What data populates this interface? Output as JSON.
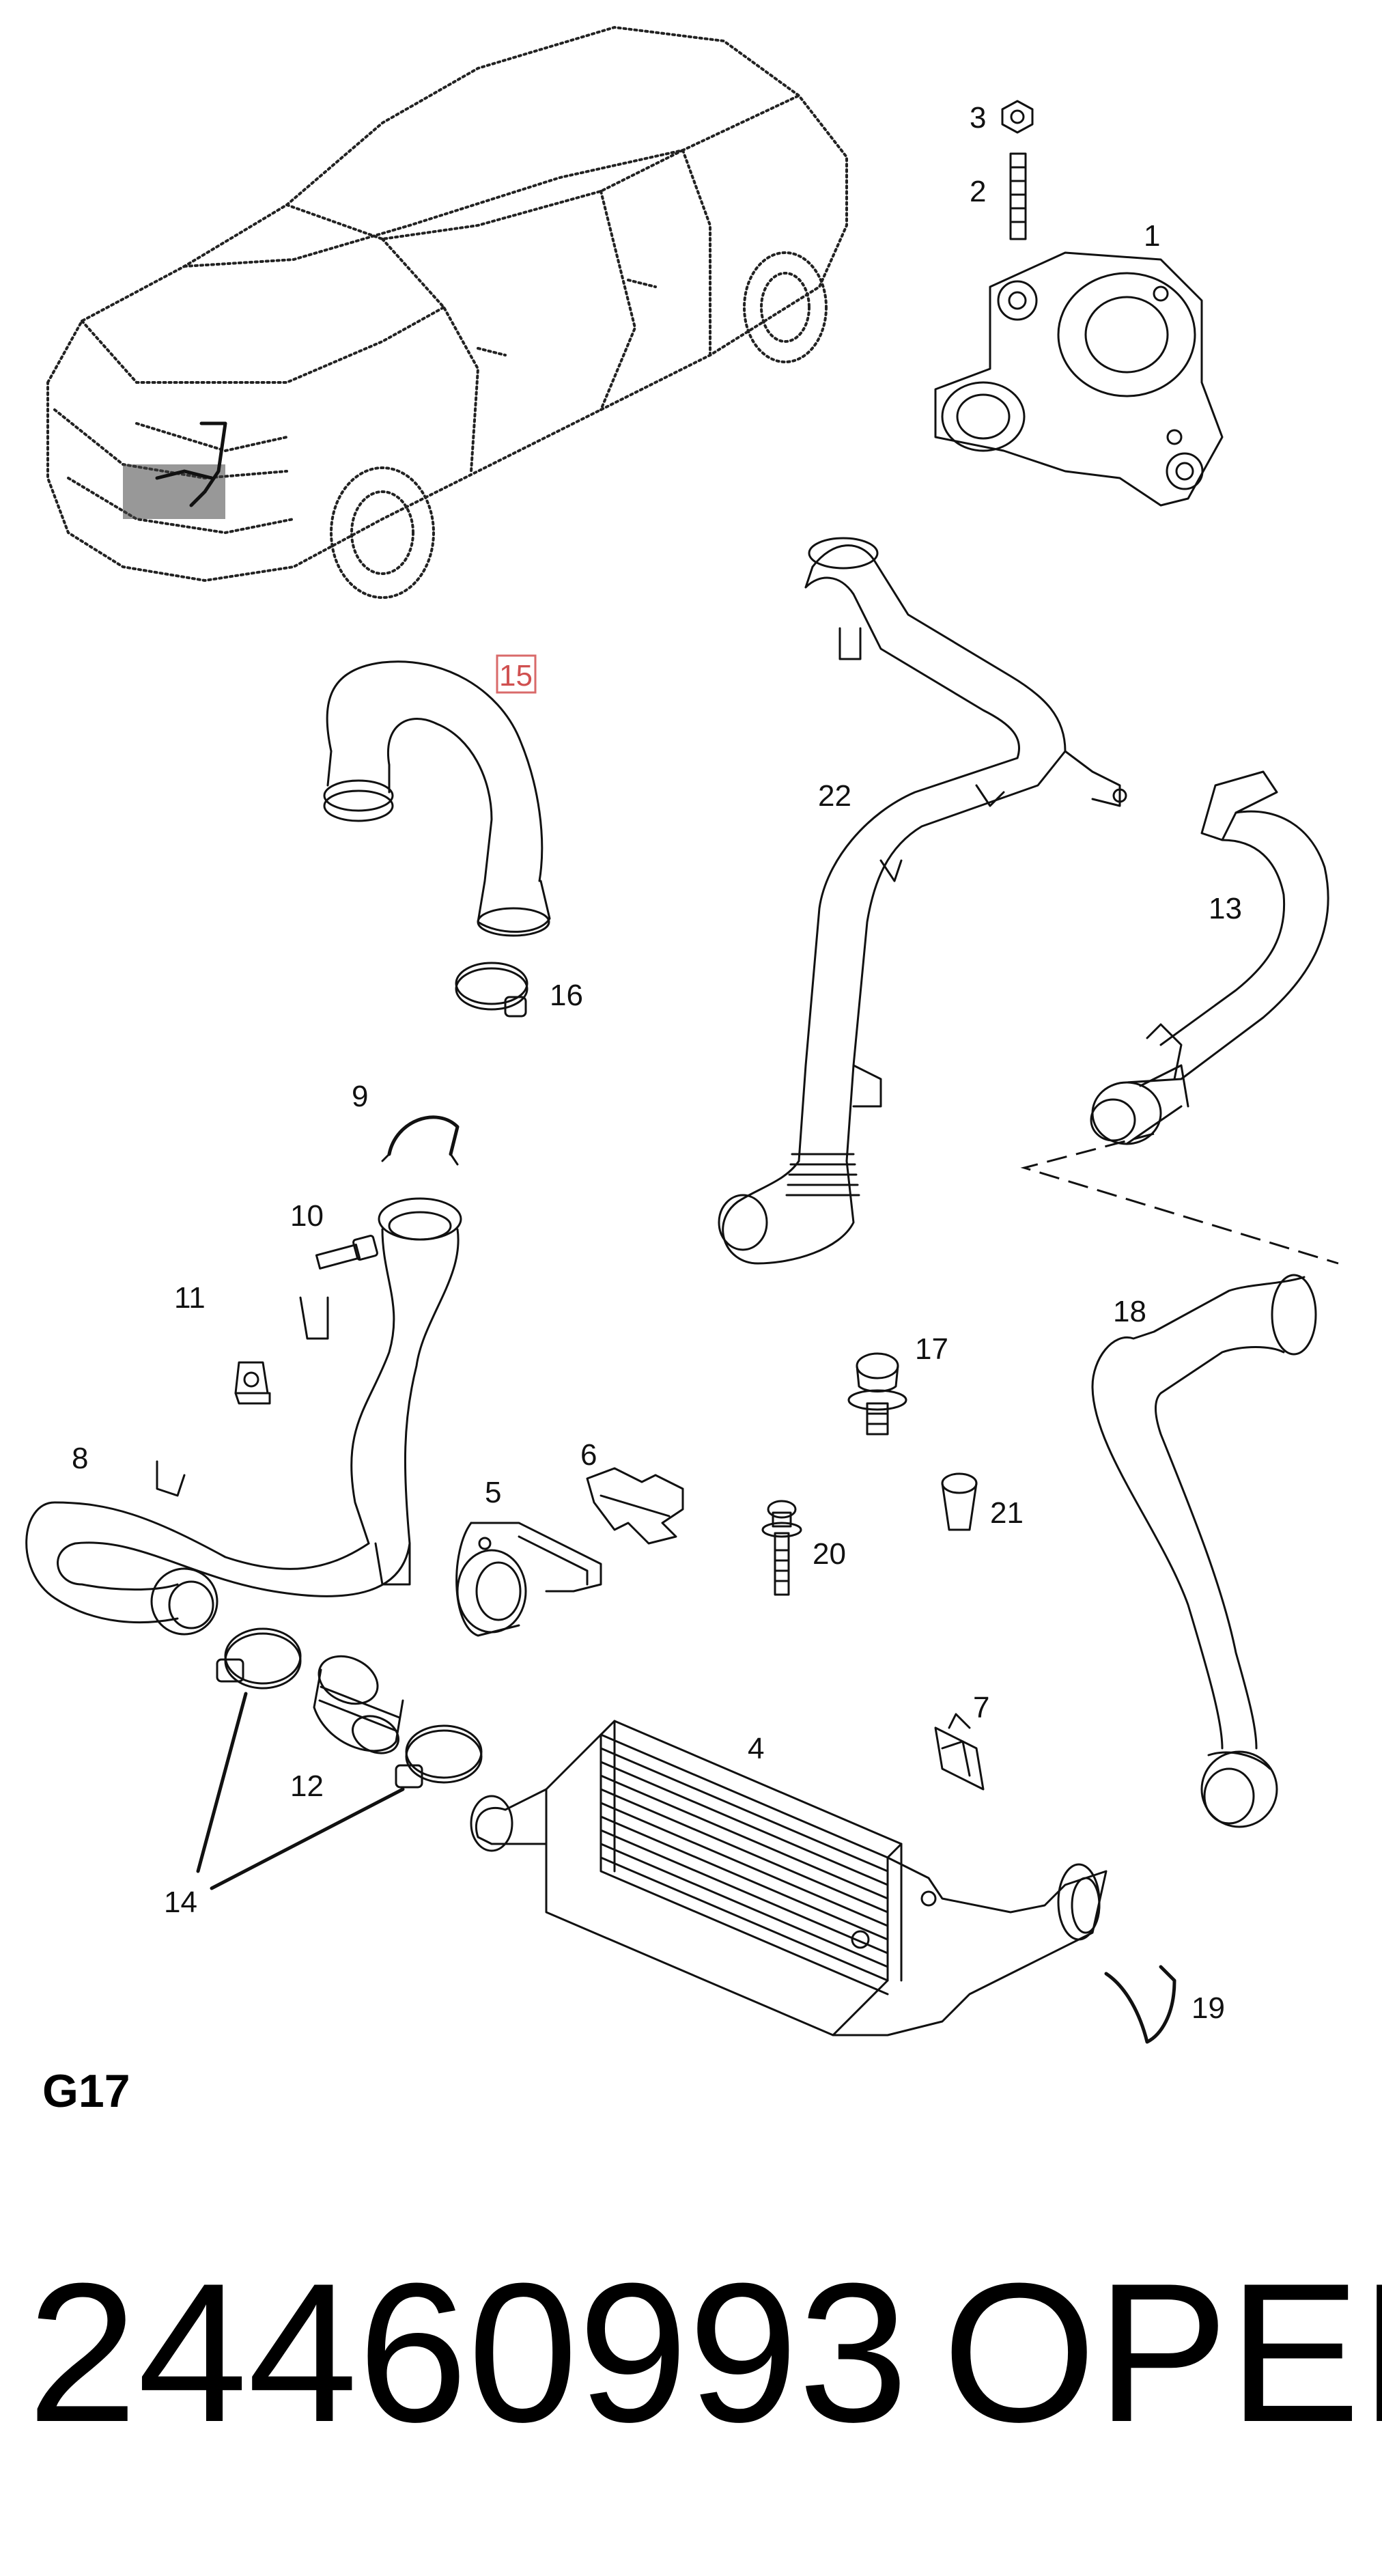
{
  "diagram": {
    "section_code": "G17",
    "part_number": "24460993",
    "brand": "OPEL",
    "highlighted_callout": "15",
    "highlight_color": "#d96a6a",
    "callouts": [
      "1",
      "2",
      "3",
      "4",
      "5",
      "6",
      "7",
      "8",
      "9",
      "10",
      "11",
      "12",
      "13",
      "14",
      "15",
      "16",
      "17",
      "18",
      "19",
      "20",
      "21",
      "22"
    ]
  }
}
